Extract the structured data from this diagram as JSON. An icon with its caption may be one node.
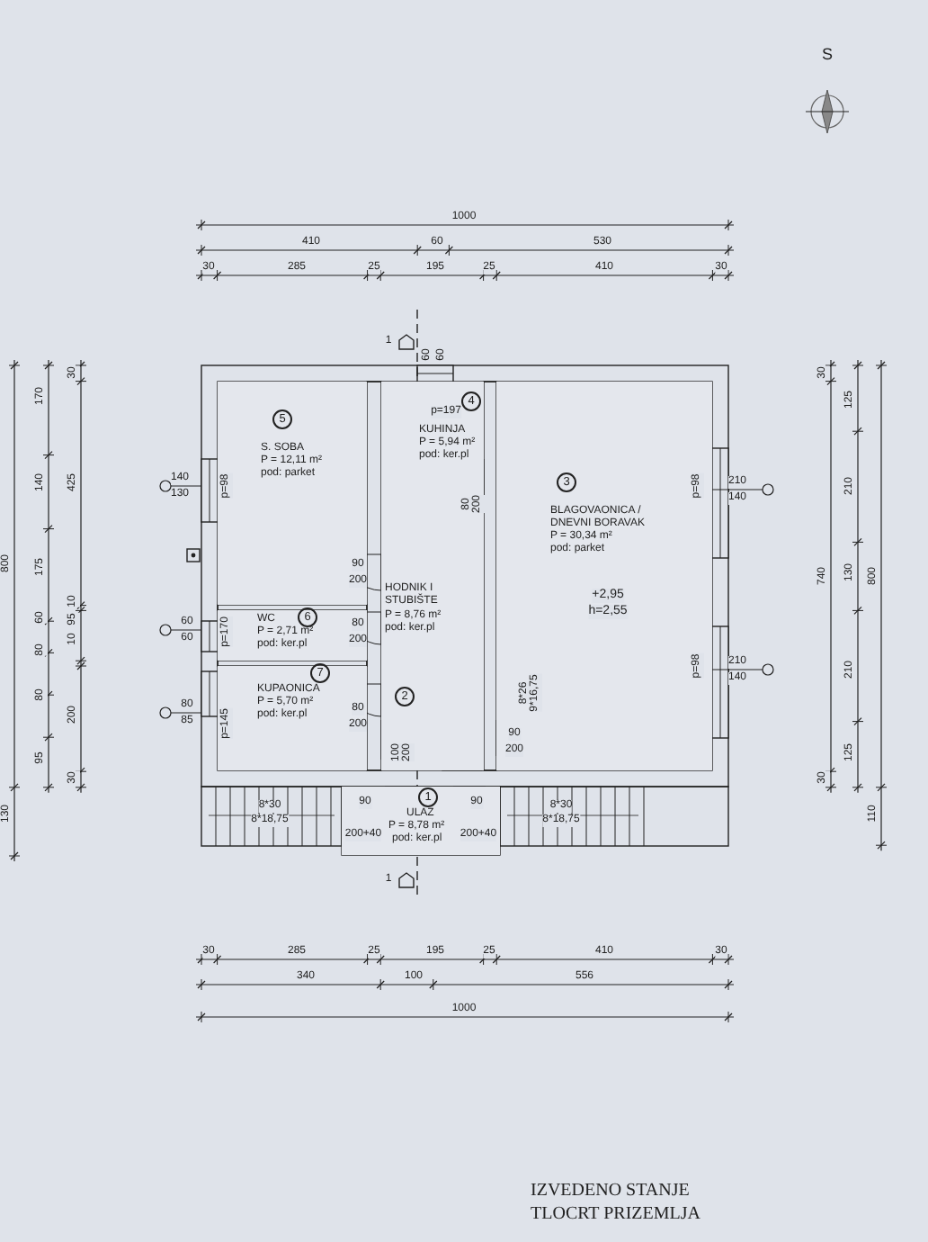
{
  "diagram": {
    "nodes": [
      {
        "text": [
          "1",
          "ULAZ",
          "P = 8,78 m²",
          "pod: ker.pl"
        ]
      },
      {
        "text": [
          "HODNIK I STUBIŠTE",
          "P = 8,76 m²",
          "pod: ker.pl",
          "2"
        ]
      },
      {
        "text": [
          "3",
          "BLAGOVAONICA / DNEVNI BORAVAK",
          "P = 30,34 m²",
          "pod: parket"
        ]
      },
      {
        "text": [
          "4",
          "KUHINJA",
          "P = 5,94 m²",
          "pod: ker.pl"
        ]
      },
      {
        "text": [
          "5",
          "S. SOBA",
          "P = 12,11 m²",
          "pod: parket"
        ]
      },
      {
        "text": [
          "6",
          "WC",
          "P = 2,71 m²",
          "pod: ker.pl"
        ]
      },
      {
        "text": [
          "7",
          "KUPAONICA",
          "P = 5,70 m²",
          "pod: ker.pl"
        ]
      }
    ],
    "labels": [
      "S",
      "1000",
      "410",
      "60",
      "530",
      "30",
      "285",
      "25",
      "195",
      "25",
      "410",
      "30",
      "1",
      "60",
      "60",
      "800",
      "130",
      "170",
      "140",
      "175",
      "60",
      "80",
      "80",
      "95",
      "30",
      "425",
      "10",
      "95",
      "10",
      "200",
      "30",
      "30",
      "740",
      "30",
      "125",
      "210",
      "130",
      "210",
      "125",
      "800",
      "110",
      "140",
      "130",
      "p=98",
      "p=197",
      "80",
      "200",
      "90",
      "200",
      "60",
      "60",
      "p=170",
      "80",
      "200",
      "80",
      "85",
      "p=145",
      "80",
      "200",
      "100",
      "200",
      "p=98",
      "210",
      "140",
      "+2,95",
      "h=2,55",
      "p=98",
      "210",
      "140",
      "8*26",
      "9*16,75",
      "90",
      "200",
      "8*30",
      "8*18,75",
      "90",
      "200+40",
      "90",
      "200+40",
      "8*30",
      "8*18,75",
      "1",
      "30",
      "285",
      "25",
      "195",
      "25",
      "410",
      "30",
      "340",
      "100",
      "556",
      "1000",
      "IZVEDENO STANJE",
      "TLOCRT PRIZEMLJA"
    ]
  }
}
